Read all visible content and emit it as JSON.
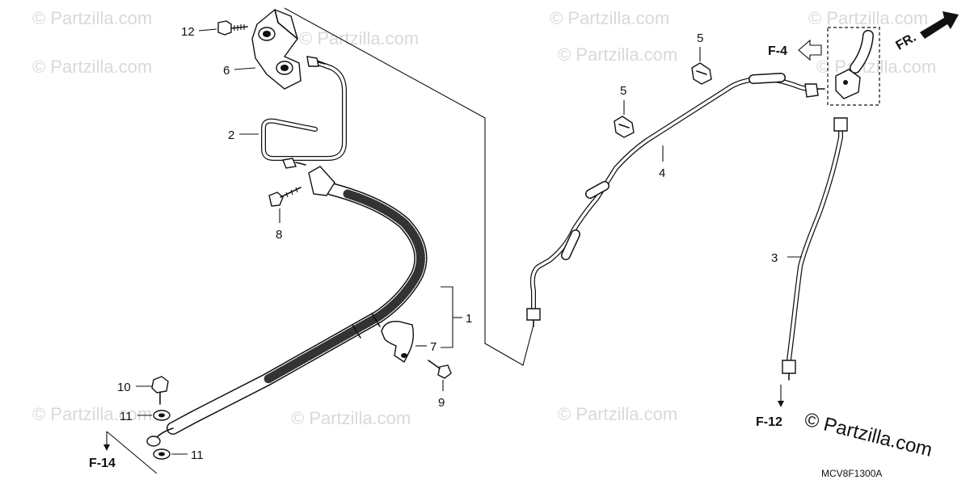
{
  "diagram": {
    "code": "MCV8F1300A",
    "brand": "© Partzilla.com",
    "watermark": "© Partzilla.com",
    "callouts": {
      "c1": "1",
      "c2": "2",
      "c3": "3",
      "c4": "4",
      "c5a": "5",
      "c5b": "5",
      "c6": "6",
      "c7": "7",
      "c8": "8",
      "c9": "9",
      "c10": "10",
      "c11a": "11",
      "c11b": "11",
      "c12": "12"
    },
    "refs": {
      "f4": "F-4",
      "f12": "F-12",
      "f14": "F-14",
      "front": "FR."
    }
  }
}
